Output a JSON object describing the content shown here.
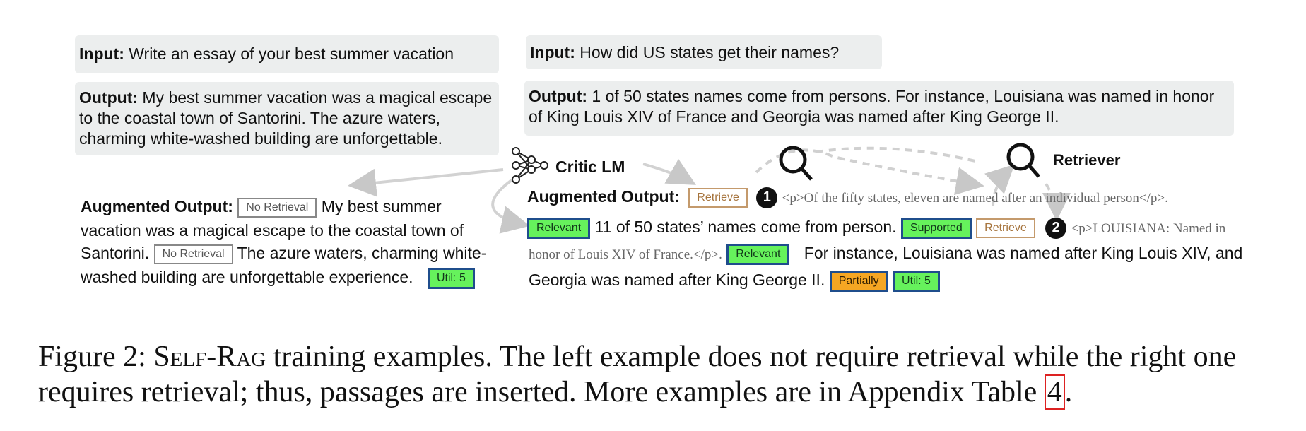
{
  "left": {
    "input_label": "Input:",
    "input_text": "Write an essay of your best summer vacation",
    "output_label": "Output:",
    "output_text": "My best summer vacation was a magical escape to the coastal town of Santorini. The azure waters, charming white-washed building are unforgettable.",
    "aug_label": "Augmented Output:",
    "tag_no_retrieval": "No Retrieval",
    "line1": "My best summer",
    "line2": "vacation was a magical escape to the coastal town of",
    "line3_a": "Santorini.",
    "line3_b": "The azure waters, charming white-",
    "line4": "washed building are unforgettable experience.",
    "tag_util": "Util: 5"
  },
  "right": {
    "input_label": "Input:",
    "input_text": "How did US states get their names?",
    "output_label": "Output:",
    "output_text": "1 of 50 states names come from persons. For instance, Louisiana was named in honor of King Louis XIV of France and Georgia was named after King George II.",
    "aug_label": "Augmented Output:",
    "tag_retrieve": "Retrieve",
    "step1": "1",
    "passage1": "<p>Of the fifty states, eleven are named after an individual person</p>.",
    "tag_relevant": "Relevant",
    "seg1": "11 of 50 states’ names come from person.",
    "tag_supported": "Supported",
    "step2": "2",
    "passage2_a": "<p>LOUISIANA: Named in",
    "passage2_b": "honor of Louis XIV of France.</p>.",
    "seg2": "For instance, Louisiana was named after King Louis XIV, and",
    "seg3": "Georgia was named after King George II.",
    "tag_partially": "Partially",
    "tag_util": "Util: 5"
  },
  "diagram": {
    "critic_label": "Critic LM",
    "retriever_label": "Retriever"
  },
  "caption": {
    "prefix": "Figure 2:",
    "name": "Self-Rag",
    "text": "training examples. The left example does not require retrieval while the right one requires retrieval; thus, passages are inserted. More examples are in Appendix Table",
    "ref": "4",
    "end": "."
  }
}
